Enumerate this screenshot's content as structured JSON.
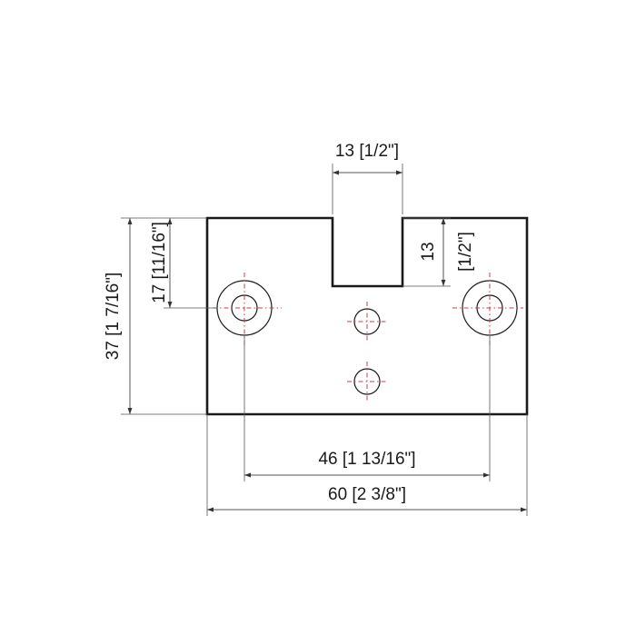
{
  "dimensions": {
    "slot_width": "13 [1/2\"]",
    "slot_depth_mm": "13",
    "slot_depth_in": "[1/2\"]",
    "hole_offset": "17 [11/16\"]",
    "total_height": "37 [1  7/16\"]",
    "hole_spacing": "46 [1  13/16\"]",
    "total_width": "60 [2  3/8\"]"
  },
  "colors": {
    "outline": "#1a1a1a",
    "centerline": "#d0394a",
    "dimension": "#555555"
  }
}
